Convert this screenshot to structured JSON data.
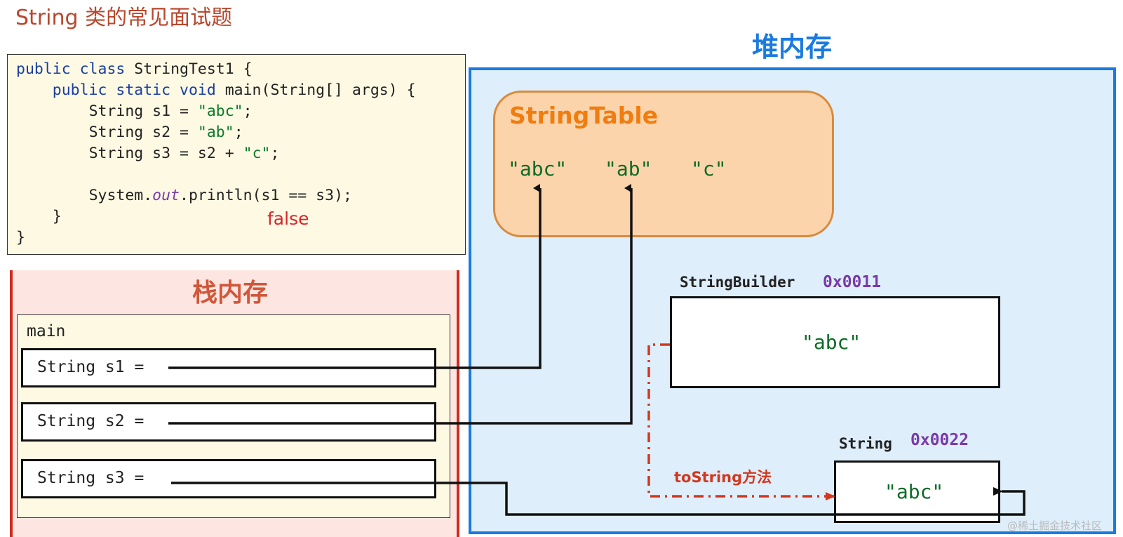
{
  "title": "String 类的常见面试题",
  "code": {
    "lines": {
      "l1_kw": "public class",
      "l1_rest": " StringTest1 {",
      "l2_kw": "public static void",
      "l2_rest": " main(String[] args) {",
      "l3_pre": "String s1 = ",
      "l3_str": "\"abc\"",
      "l3_post": ";",
      "l4_pre": "String s2 = ",
      "l4_str": "\"ab\"",
      "l4_post": ";",
      "l5_pre": "String s3 = s2 + ",
      "l5_str": "\"c\"",
      "l5_post": ";",
      "l6_pre": "System.",
      "l6_fld": "out",
      "l6_post": ".println(s1 == s3);",
      "l7": "}",
      "l8": "}"
    },
    "result": "false"
  },
  "stack": {
    "title": "栈内存",
    "frame_label": "main",
    "vars": [
      "String s1 =",
      "String s2 =",
      "String s3 ="
    ]
  },
  "heap": {
    "title": "堆内存",
    "string_table": {
      "title": "StringTable",
      "literals": [
        "\"abc\"",
        "\"ab\"",
        "\"c\""
      ]
    },
    "string_builder": {
      "type": "StringBuilder",
      "address": "0x0011",
      "value": "\"abc\""
    },
    "string_object": {
      "type": "String",
      "address": "0x0022",
      "value": "\"abc\""
    },
    "method_label": "toString方法"
  },
  "watermark": "@稀土掘金技术社区",
  "colors": {
    "heap_border": "#1a7ae0",
    "stack_border": "#d02a1f",
    "table_fill": "#fcd4ab",
    "literal": "#0d6b26",
    "address": "#7a3aa8",
    "dashed_arrow": "#d0391f"
  }
}
